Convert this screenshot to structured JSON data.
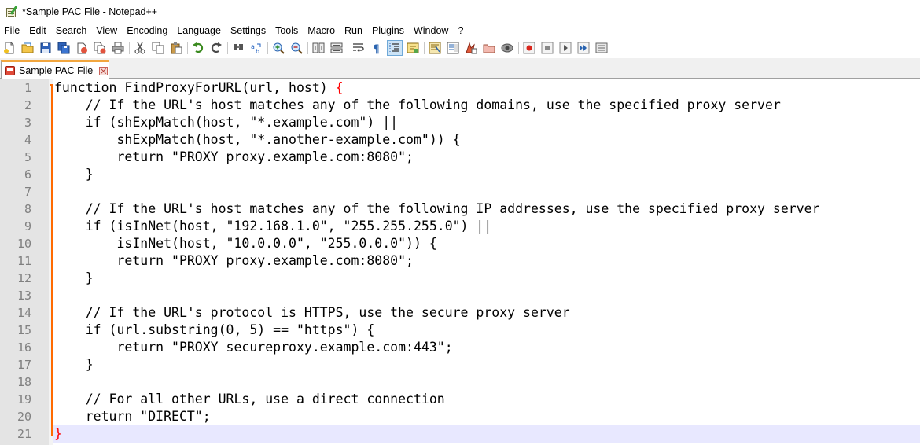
{
  "window": {
    "title": "*Sample PAC File - Notepad++"
  },
  "menu": [
    "File",
    "Edit",
    "Search",
    "View",
    "Encoding",
    "Language",
    "Settings",
    "Tools",
    "Macro",
    "Run",
    "Plugins",
    "Window",
    "?"
  ],
  "toolbar": {
    "icons": [
      "new-file-icon",
      "open-file-icon",
      "save-icon",
      "save-all-icon",
      "close-icon",
      "close-all-icon",
      "print-icon",
      "cut-icon",
      "copy-icon",
      "paste-icon",
      "undo-icon",
      "redo-icon",
      "find-icon",
      "replace-icon",
      "zoom-in-icon",
      "zoom-out-icon",
      "sync-vertical-icon",
      "sync-horizontal-icon",
      "word-wrap-icon",
      "show-all-characters-icon",
      "indent-guide-icon",
      "user-defined-language-icon",
      "document-map-icon",
      "function-list-icon",
      "folder-as-workspace-icon",
      "monitoring-icon",
      "record-macro-icon",
      "stop-recording-icon",
      "playback-macro-icon",
      "run-macro-multiple-icon",
      "save-macro-icon"
    ]
  },
  "tab": {
    "label": "Sample PAC File"
  },
  "colors": {
    "accent_tab": "#f2a63e",
    "fold_line": "#ff6a00",
    "current_line": "#e8e8ff",
    "gutter": "#e4e4e4"
  },
  "editor": {
    "lines": [
      {
        "num": "1",
        "text": "function FindProxyForURL(url, host) ",
        "brace": "{"
      },
      {
        "num": "2",
        "text": "    // If the URL's host matches any of the following domains, use the specified proxy server"
      },
      {
        "num": "3",
        "text": "    if (shExpMatch(host, \"*.example.com\") ||"
      },
      {
        "num": "4",
        "text": "        shExpMatch(host, \"*.another-example.com\")) {"
      },
      {
        "num": "5",
        "text": "        return \"PROXY proxy.example.com:8080\";"
      },
      {
        "num": "6",
        "text": "    }"
      },
      {
        "num": "7",
        "text": ""
      },
      {
        "num": "8",
        "text": "    // If the URL's host matches any of the following IP addresses, use the specified proxy server"
      },
      {
        "num": "9",
        "text": "    if (isInNet(host, \"192.168.1.0\", \"255.255.255.0\") ||"
      },
      {
        "num": "10",
        "text": "        isInNet(host, \"10.0.0.0\", \"255.0.0.0\")) {"
      },
      {
        "num": "11",
        "text": "        return \"PROXY proxy.example.com:8080\";"
      },
      {
        "num": "12",
        "text": "    }"
      },
      {
        "num": "13",
        "text": ""
      },
      {
        "num": "14",
        "text": "    // If the URL's protocol is HTTPS, use the secure proxy server"
      },
      {
        "num": "15",
        "text": "    if (url.substring(0, 5) == \"https\") {"
      },
      {
        "num": "16",
        "text": "        return \"PROXY secureproxy.example.com:443\";"
      },
      {
        "num": "17",
        "text": "    }"
      },
      {
        "num": "18",
        "text": ""
      },
      {
        "num": "19",
        "text": "    // For all other URLs, use a direct connection"
      },
      {
        "num": "20",
        "text": "    return \"DIRECT\";"
      },
      {
        "num": "21",
        "text": "",
        "brace": "}",
        "current": true
      }
    ]
  }
}
